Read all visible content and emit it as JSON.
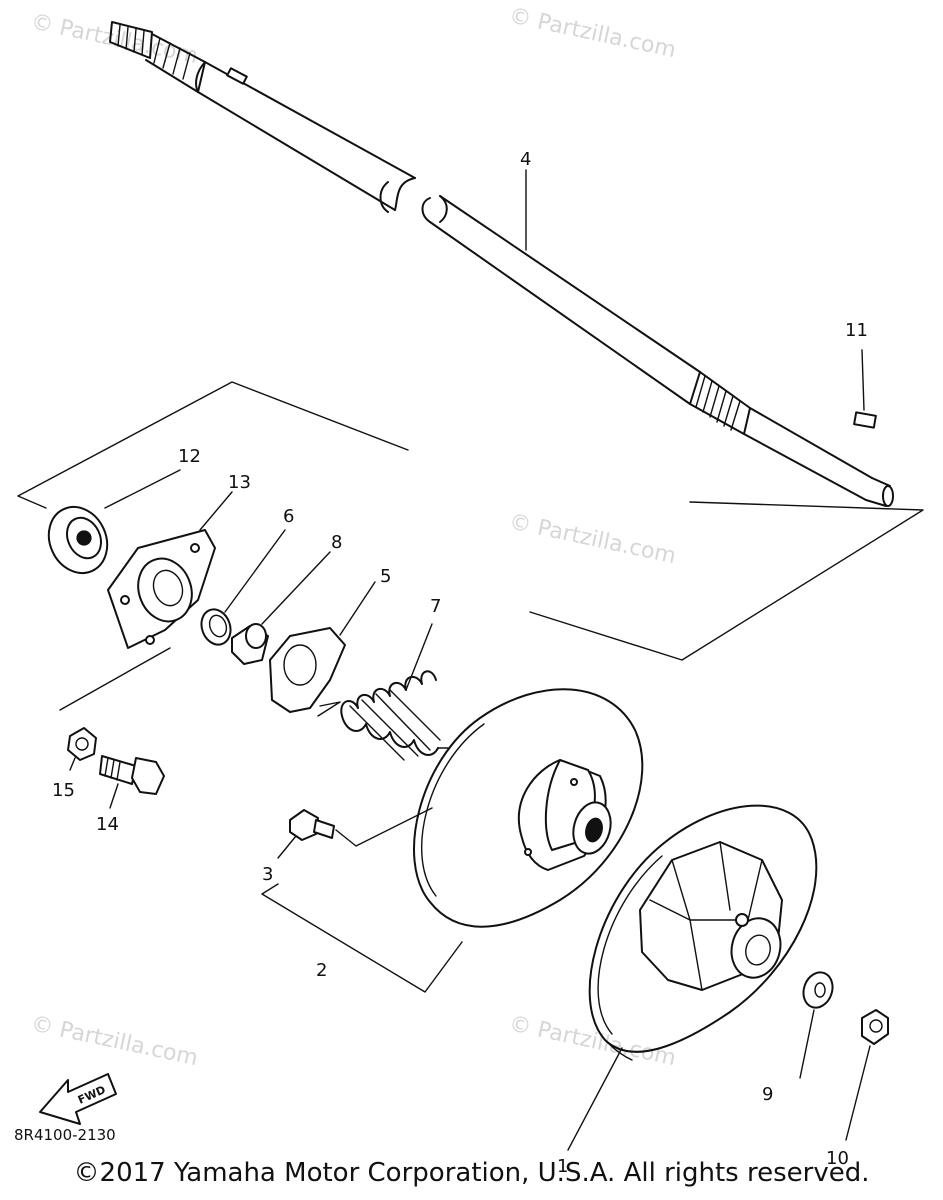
{
  "watermark_text": "© Partzilla.com",
  "drawing_code": "8R4100-2130",
  "fwd_label": "FWD",
  "copyright": "©2017 Yamaha Motor Corporation, U.S.A. All rights reserved.",
  "callouts": [
    "1",
    "2",
    "3",
    "4",
    "5",
    "6",
    "7",
    "8",
    "9",
    "10",
    "11",
    "12",
    "13",
    "14",
    "15"
  ]
}
